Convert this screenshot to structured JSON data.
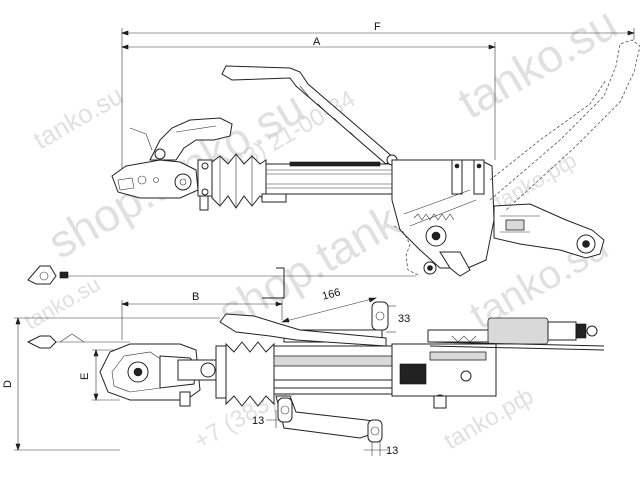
{
  "dimensions": {
    "F": "F",
    "A": "A",
    "B": "B",
    "D": "D",
    "E": "E",
    "d166": "166",
    "d33": "33",
    "d13a": "13",
    "d13b": "13"
  },
  "watermarks": {
    "w1": "tanko.su",
    "w2": "shop.tanko.su",
    "w3": "+7 (383) 21-00-34",
    "w4": "tanko.su",
    "w5": "tanko.рф",
    "w6": "shop.tanko.su",
    "w7": "tanko.su",
    "w8": "+7 (383) 21-00-34",
    "w9": "tanko.su",
    "w10": "tanko.рф"
  }
}
